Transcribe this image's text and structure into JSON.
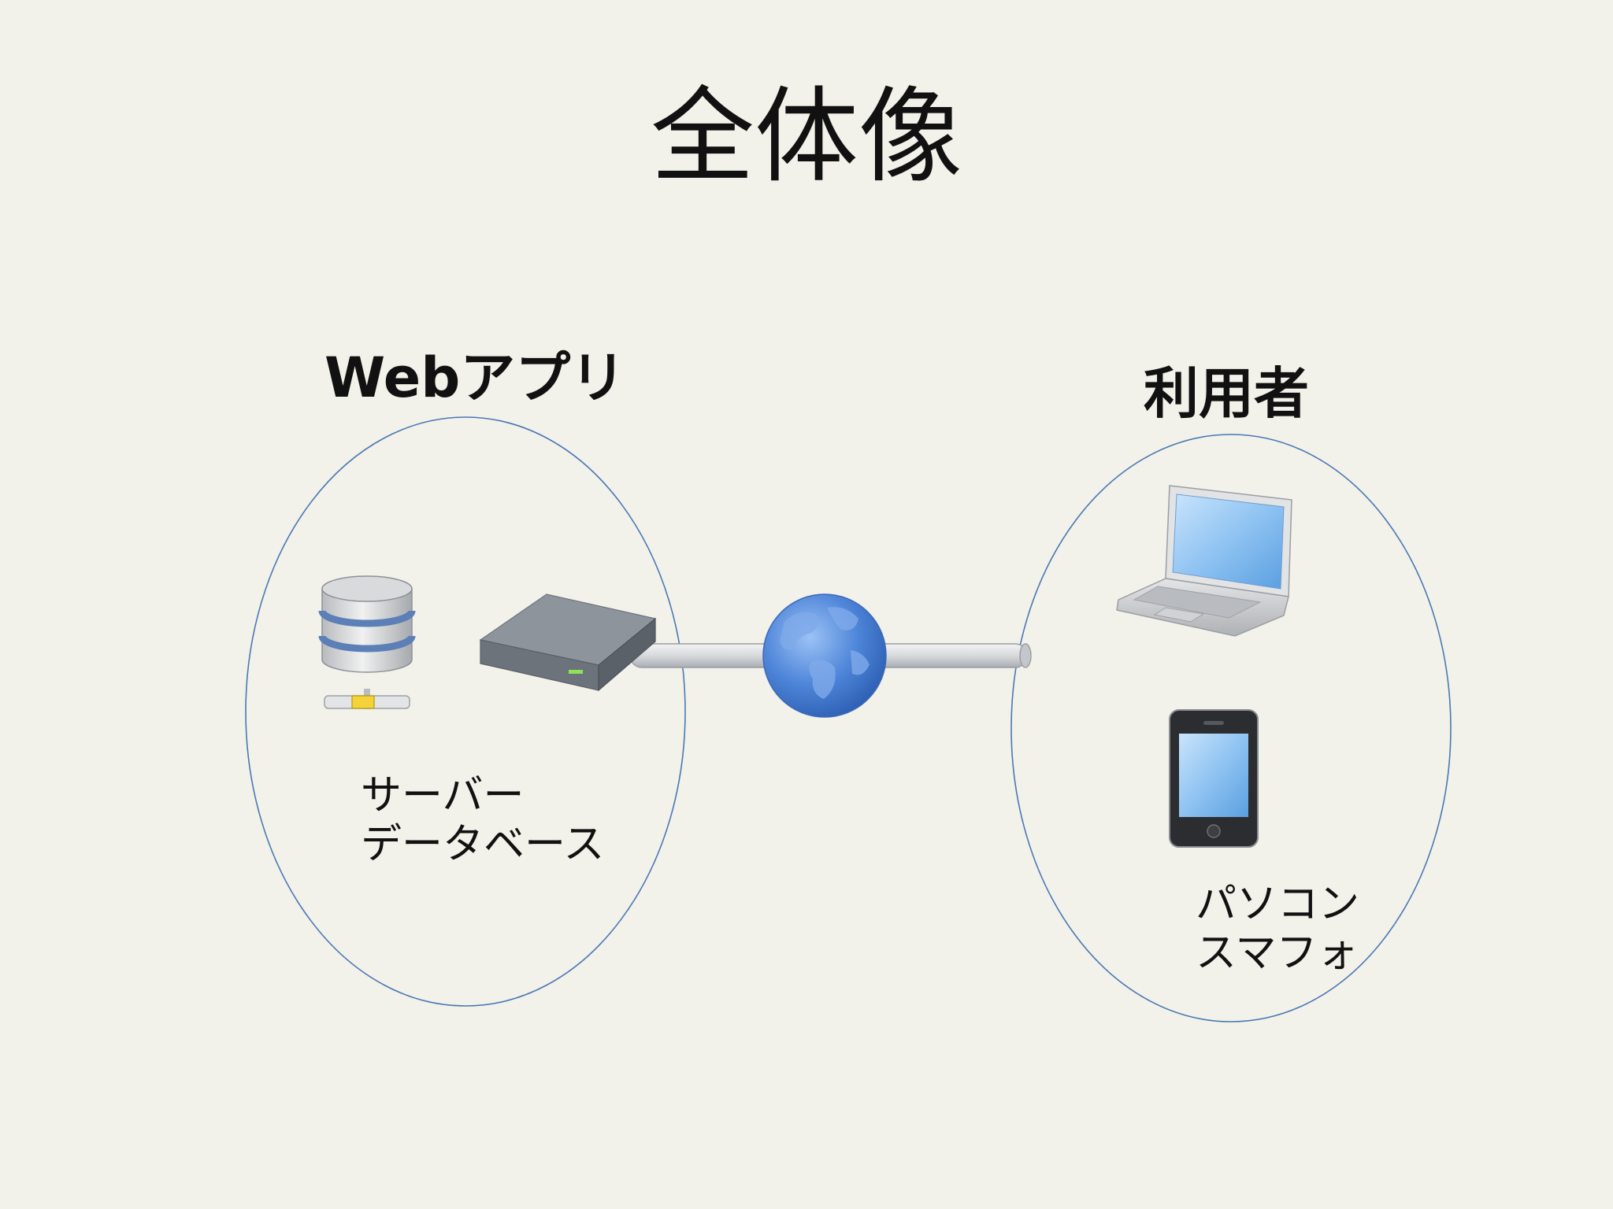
{
  "slide": {
    "title": "全体像"
  },
  "left_group": {
    "label": "Webアプリ",
    "caption_lines": [
      "サーバー",
      "データベース"
    ],
    "icons": [
      "database-icon",
      "server-icon"
    ]
  },
  "network": {
    "icon": "globe-icon"
  },
  "right_group": {
    "label": "利用者",
    "caption_lines": [
      "パソコン",
      "スマフォ"
    ],
    "icons": [
      "laptop-icon",
      "smartphone-icon"
    ]
  },
  "colors": {
    "background": "#f2f1ea",
    "ellipse_stroke": "#4a78b5",
    "globe": "#4f86d9",
    "screen": "#8fc3f2"
  }
}
